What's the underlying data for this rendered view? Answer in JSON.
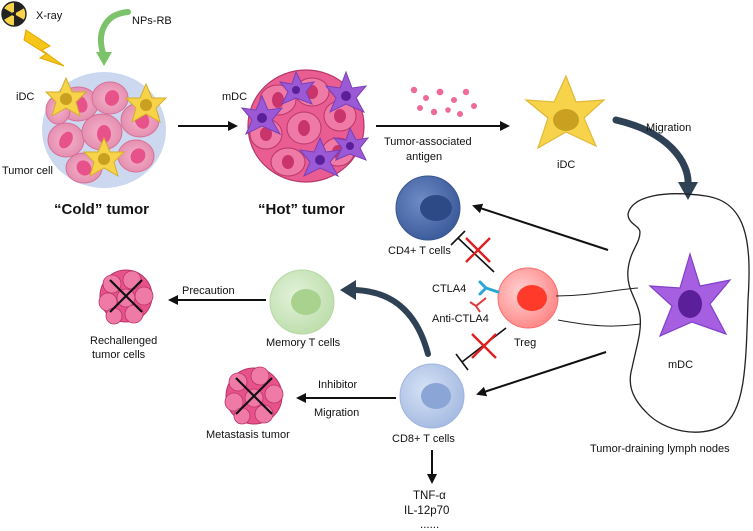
{
  "labels": {
    "xray": "X-ray",
    "nps": "NPs-RB",
    "idc_left": "iDC",
    "tumor_cell": "Tumor cell",
    "cold_tumor": "“Cold” tumor",
    "mdc_top": "mDC",
    "hot_tumor": "“Hot” tumor",
    "taa_line1": "Tumor-associated",
    "taa_line2": "antigen",
    "idc_right": "iDC",
    "migration_top": "Migration",
    "cd4": "CD4+ T cells",
    "ctla4": "CTLA4",
    "anti_ctla4": "Anti-CTLA4",
    "treg": "Treg",
    "mdc_node": "mDC",
    "lymph_nodes": "Tumor-draining lymph nodes",
    "precaution": "Precaution",
    "memory": "Memory T cells",
    "rechallenged_line1": "Rechallenged",
    "rechallenged_line2": "tumor cells",
    "inhibitor": "Inhibitor",
    "migration_bottom": "Migration",
    "metastasis": "Metastasis tumor",
    "cd8": "CD8+ T cells",
    "tnf": "TNF-α",
    "il12": "IL-12p70",
    "ellipsis": "......"
  },
  "colors": {
    "tumor_pink": "#e8528a",
    "tumor_light": "#f6a8c4",
    "tumor_blue_bg": "#b9c9e8",
    "idc_yellow": "#f7d34a",
    "idc_core": "#c9a020",
    "mdc_purple": "#9b59d6",
    "mdc_core": "#5b1f9a",
    "cd4_blue": "#4a6aa8",
    "cd8_blue": "#b9cbeb",
    "memory_green": "#cde6bf",
    "treg_red": "#ff5a5a",
    "arrow_dark": "#2f4155",
    "inhibit_red": "#e02020",
    "ctla4_cyan": "#2aa7d8"
  }
}
